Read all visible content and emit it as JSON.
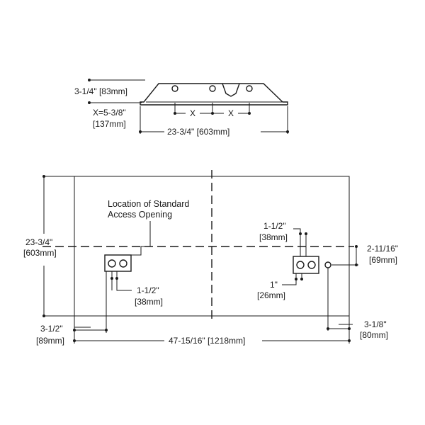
{
  "side_view": {
    "height_label": "3-1/4\" [83mm]",
    "offset_label_1": "X=5-3/8\"",
    "offset_label_2": "[137mm]",
    "x_label_left": "X",
    "x_label_right": "X",
    "width_label": "23-3/4\" [603mm]"
  },
  "plan_view": {
    "height_label_1": "23-3/4\"",
    "height_label_2": "[603mm]",
    "access_label_1": "Location of Standard",
    "access_label_2": "Access Opening",
    "left_spacing_1": "1-1/2\"",
    "left_spacing_2": "[38mm]",
    "left_edge_1": "3-1/2\"",
    "left_edge_2": "[89mm]",
    "length_label": "47-15/16\" [1218mm]",
    "right_spacing_1": "1-1/2\"",
    "right_spacing_2": "[38mm]",
    "right_small_1": "1\"",
    "right_small_2": "[26mm]",
    "right_center_1": "2-11/16\"",
    "right_center_2": "[69mm]",
    "right_edge_1": "3-1/8\"",
    "right_edge_2": "[80mm]"
  }
}
